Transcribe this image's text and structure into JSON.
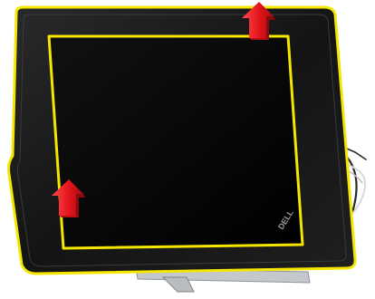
{
  "illustration": {
    "subject": "laptop-display-assembly",
    "bezel_logo_text": "DELL",
    "colors": {
      "background": "#ffffff",
      "outline_highlight": "#f5e600",
      "bezel": "#1c1c1c",
      "screen": "#050505",
      "pry_arrow": "#e3141b",
      "cable": "#2a2a2a",
      "hinge_metal": "#b9bcc0"
    },
    "arrows": [
      {
        "name": "pry-arrow-top",
        "direction": "up"
      },
      {
        "name": "pry-arrow-bottom",
        "direction": "up"
      }
    ]
  }
}
